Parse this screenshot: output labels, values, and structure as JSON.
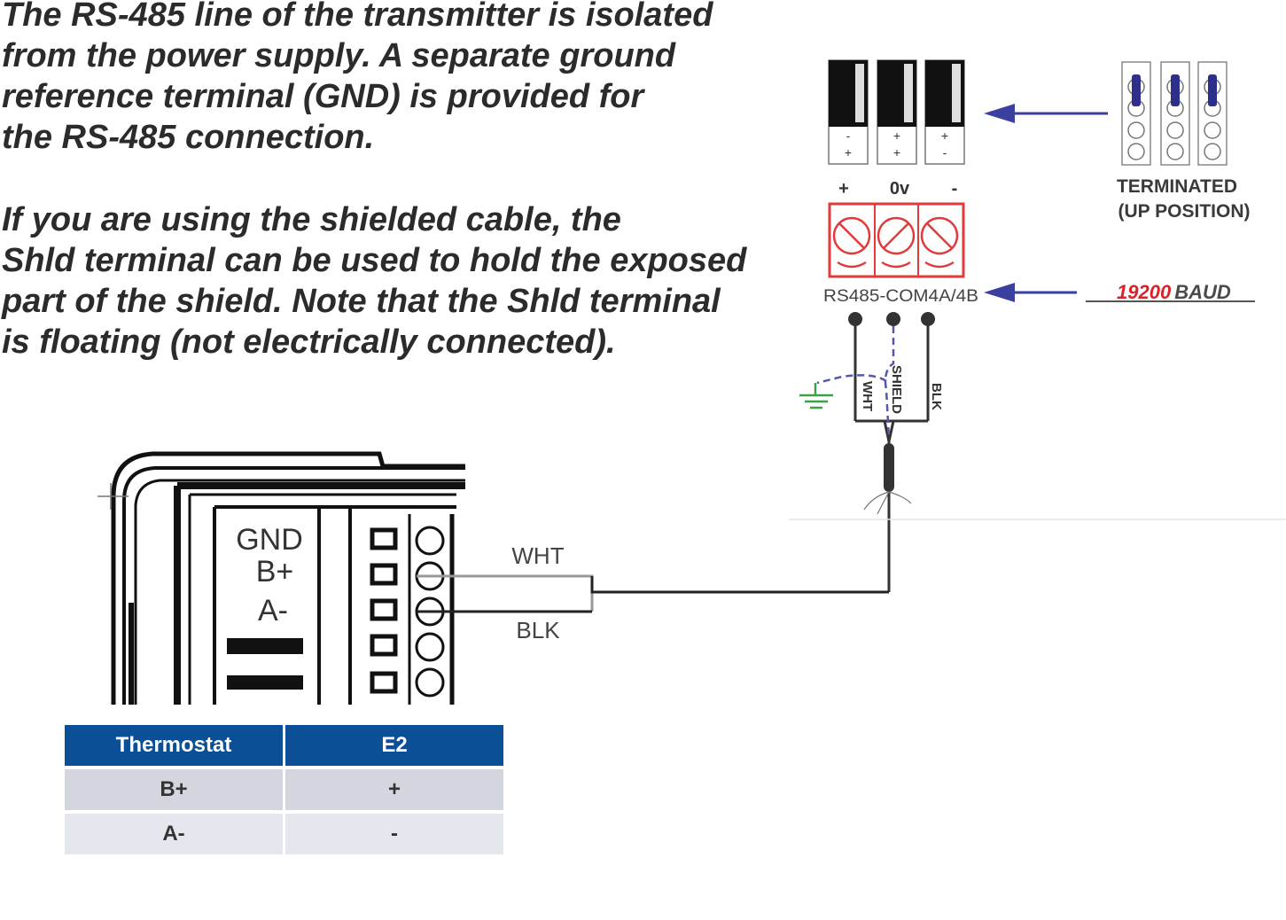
{
  "paragraph1": {
    "lines": [
      "The RS-485 line of the transmitter is isolated",
      "from the power supply. A separate ground",
      "reference terminal (GND) is provided for",
      "the RS-485 connection."
    ]
  },
  "paragraph2": {
    "lines": [
      "If you are using the shielded cable, the",
      "Shld terminal can be used to hold the exposed",
      "part of the shield. Note that the Shld terminal",
      "is floating (not electrically connected)."
    ]
  },
  "jumpers": {
    "signs": [
      [
        "-",
        "+"
      ],
      [
        "+",
        "+"
      ],
      [
        "+",
        "-"
      ]
    ]
  },
  "terminated_label": [
    "TERMINATED",
    "(UP POSITION)"
  ],
  "terminal_signs": [
    "+",
    "0v",
    "-"
  ],
  "com_port_label": "RS485-COM4A/4B",
  "baud": {
    "value": "19200",
    "unit": "BAUD",
    "value_color": "#d8232a",
    "unit_color": "#4a4a4a"
  },
  "cable_labels": {
    "white": "WHT",
    "shield": "SHIELD",
    "black": "BLK"
  },
  "thermostat_terminals": [
    "GND",
    "B+",
    "A-"
  ],
  "wire_labels": {
    "top": "WHT",
    "bottom": "BLK"
  },
  "colors": {
    "arrow": "#3b3fa0",
    "terminal_block": "#e23a3a",
    "table_header": "#0b4f97",
    "ground_symbol": "#3aa04a"
  },
  "table": {
    "headers": [
      "Thermostat",
      "E2"
    ],
    "rows": [
      [
        "B+",
        "+"
      ],
      [
        "A-",
        "-"
      ]
    ]
  }
}
